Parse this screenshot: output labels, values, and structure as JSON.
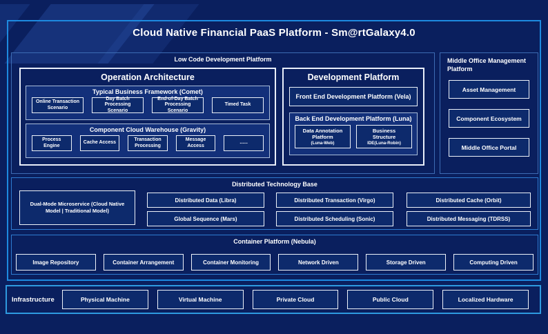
{
  "title": "Cloud Native Financial PaaS Platform - Sm@rtGalaxy4.0",
  "colors": {
    "background": "#0a1f5e",
    "frame_border": "#1d8ae0",
    "section_border": "#3d6cb4",
    "bright_section_border": "#2e7cd2",
    "subpanel_border": "#a9bdda",
    "subpanel_fill": "#13307a",
    "box_border": "#eef3fa",
    "box_fill": "#0d2a6c"
  },
  "low_code": {
    "title": "Low Code Development Platform",
    "operation": {
      "title": "Operation Architecture",
      "comet": {
        "title": "Typical Business Framework (Comet)",
        "items": [
          "Online Transaction Scenario",
          "Day Batch Processing Scenario",
          "End-of-Day Batch Processing Scenario",
          "Timed Task"
        ]
      },
      "gravity": {
        "title": "Component Cloud Warehouse (Gravity)",
        "items": [
          "Process Engine",
          "Cache Access",
          "Transaction Processing",
          "Message Access",
          "......"
        ]
      }
    },
    "development": {
      "title": "Development Platform",
      "front_end": "Front End Development Platform (Vela)",
      "back_end": {
        "title": "Back End Development Platform (Luna)",
        "boxes": [
          {
            "lines": [
              "Data Annotation",
              "Platform"
            ],
            "sub": "(Luna-Web)"
          },
          {
            "lines": [
              "Business",
              "Structure"
            ],
            "sub": "IDE(Luna-Robin)"
          }
        ]
      }
    }
  },
  "middle_office": {
    "title": "Middle Office Management Platform",
    "items": [
      "Asset Management",
      "Component Ecosystem",
      "Middle Office Portal"
    ]
  },
  "distributed": {
    "title": "Distributed Technology Base",
    "dual_mode": "Dual-Mode Microservice (Cloud Native Model | Traditional Model)",
    "grid": [
      [
        "Distributed Data (Libra)",
        "Distributed Transaction (Virgo)",
        "Distributed Cache (Orbit)"
      ],
      [
        "Global Sequence (Mars)",
        "Distributed Scheduling (Sonic)",
        "Distributed Messaging (TDRSS)"
      ]
    ]
  },
  "container": {
    "title": "Container Platform (Nebula)",
    "items": [
      "Image Repository",
      "Container Arrangement",
      "Container Monitoring",
      "Network Driven",
      "Storage Driven",
      "Computing Driven"
    ]
  },
  "infrastructure": {
    "label": "Infrastructure",
    "items": [
      "Physical Machine",
      "Virtual Machine",
      "Private Cloud",
      "Public Cloud",
      "Localized Hardware"
    ]
  }
}
